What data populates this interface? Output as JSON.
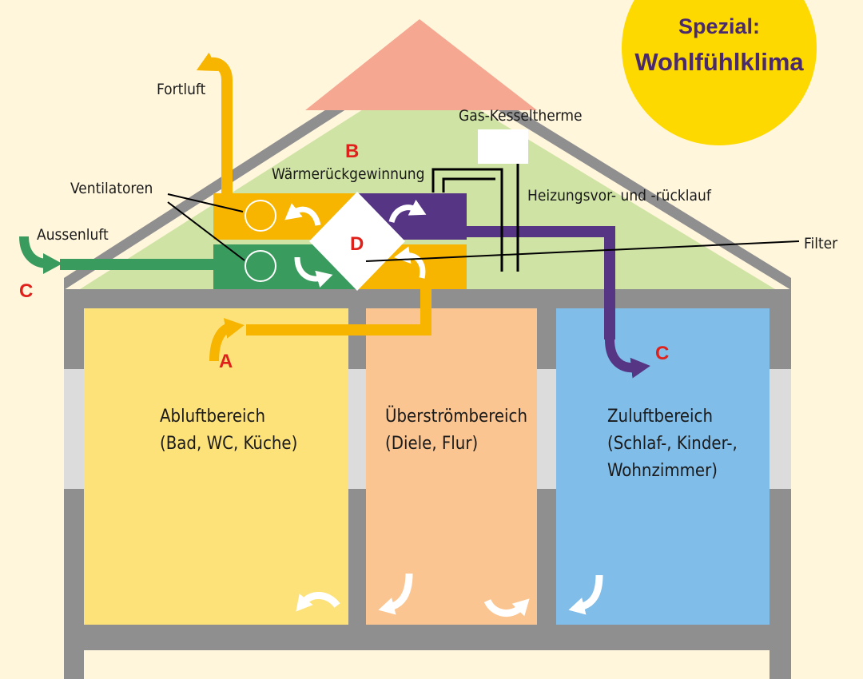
{
  "badge": {
    "line1": "Spezial:",
    "line2": "Wohlfühlklima"
  },
  "labels": {
    "fortluft": "Fortluft",
    "gas_kessel": "Gas-Kesseltherme",
    "waermerueck": "Wärmerückgewinnung",
    "ventilatoren": "Ventilatoren",
    "heizung": "Heizungsvor- und -rücklauf",
    "aussenluft": "Aussenluft",
    "filter": "Filter"
  },
  "markers": {
    "a": "A",
    "b": "B",
    "c_left": "C",
    "c_right": "C",
    "d": "D"
  },
  "rooms": {
    "abluft": [
      "Abluftbereich",
      "(Bad, WC, Küche)"
    ],
    "ueberstroem": [
      "Überströmbereich",
      "(Diele, Flur)"
    ],
    "zuluft": [
      "Zuluftbereich",
      "(Schlaf-, Kinder-,",
      "Wohnzimmer)"
    ]
  },
  "colors": {
    "background": "#fff6dc",
    "wall": "#8f8f8f",
    "attic": "#cfe3a4",
    "roof_top": "#f6a791",
    "exhaust_duct": "#f7b500",
    "outside_air_duct": "#3a9b5f",
    "supply_duct": "#553584",
    "room_abluft": "#fde27a",
    "room_ueberstroem": "#fbc591",
    "room_zuluft": "#80bde9",
    "badge": "#fdd900",
    "marker": "#e0201b"
  }
}
